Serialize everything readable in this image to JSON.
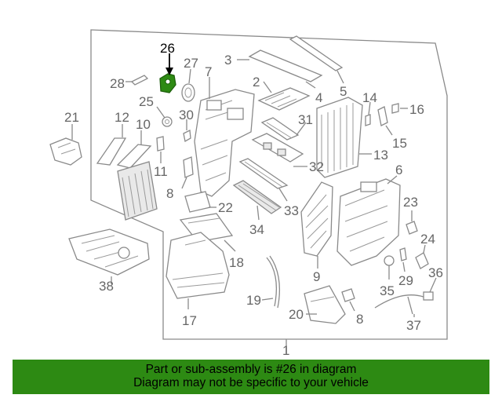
{
  "diagram": {
    "highlight_color": "#2d8a13",
    "highlighted_part": "26",
    "callouts": {
      "p1": "1",
      "p2": "2",
      "p3": "3",
      "p4": "4",
      "p5": "5",
      "p6": "6",
      "p7": "7",
      "p8a": "8",
      "p8b": "8",
      "p9": "9",
      "p10": "10",
      "p11": "11",
      "p12": "12",
      "p13": "13",
      "p14": "14",
      "p15": "15",
      "p16": "16",
      "p17": "17",
      "p18": "18",
      "p19": "19",
      "p20": "20",
      "p21": "21",
      "p22": "22",
      "p23": "23",
      "p24": "24",
      "p25": "25",
      "p26": "26",
      "p27": "27",
      "p28": "28",
      "p29": "29",
      "p30": "30",
      "p31": "31",
      "p32": "32",
      "p33": "33",
      "p34": "34",
      "p35": "35",
      "p36": "36",
      "p37": "37",
      "p38": "38"
    }
  },
  "banner": {
    "line1": "Part or sub-assembly is #26 in diagram",
    "line2": "Diagram may not be specific to your vehicle",
    "color": "#2d8a13"
  }
}
